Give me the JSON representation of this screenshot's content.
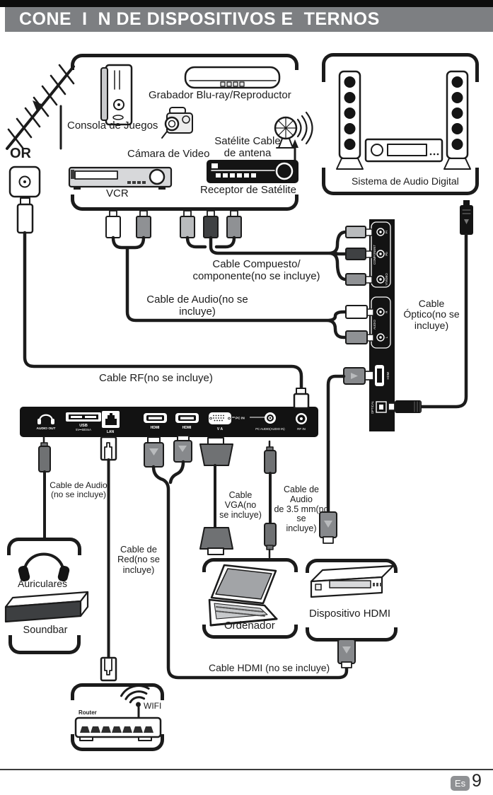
{
  "header": {
    "title": "CONE  I  N DE DISPOSITIVOS E  TERNOS"
  },
  "misc": {
    "or": "OR"
  },
  "device_labels": {
    "game_console": "Consola de Juegos",
    "bluray": "Grabador Blu-ray/Reproductor",
    "camcorder": "Cámara de Video",
    "satellite_antenna_l1": "Satélite Cable",
    "satellite_antenna_l2": "de antena",
    "vcr": "VCR",
    "satellite_receiver": "Receptor de Satélite",
    "audio_system": "Sistema de Audio Digital",
    "headphones": "Auriculares",
    "soundbar": "Soundbar",
    "computer": "Ordenador",
    "hdmi_device": "Dispositivo HDMI",
    "router": "Router",
    "wifi": "WIFI"
  },
  "cable_labels": {
    "composite_l1": "Cable Compuesto/",
    "composite_l2": "componente(no se incluye)",
    "audio_l1": "Cable de Audio(no se",
    "audio_l2": "incluye)",
    "optical_l1": "Cable",
    "optical_l2": "Óptico(no se",
    "optical_l3": "incluye)",
    "rf": "Cable RF(no se incluye)",
    "audio_out_l1": "Cable de Audio",
    "audio_out_l2": "(no se incluye)",
    "network_l1": "Cable de",
    "network_l2": "Red(no se",
    "network_l3": "incluye)",
    "vga_l1": "Cable VGA(no",
    "vga_l2": "se incluye)",
    "audio35_l1": "Cable de Audio",
    "audio35_l2": "de 3.5 mm(no se",
    "audio35_l3": "incluye)",
    "hdmi": "Cable HDMI (no se incluye)"
  },
  "side_panel": {
    "component": "COMPONENT",
    "jack_pr": "Pr",
    "jack_pb": "Pb",
    "jack_y": "Y/VIDEO",
    "audio": "AUDIO",
    "jack_r": "R",
    "jack_l": "L",
    "hdmi": "HDMI",
    "optical": "OPTICAL"
  },
  "bottom_panel": {
    "audio_out": "AUDIO OUT",
    "usb": "USB",
    "usb_sub": "5V⎓500mA",
    "lan": "LAN",
    "hdmi1": "HDMI",
    "hdmi2": "HDMI",
    "vga": "V A",
    "pc_in": "PC IN",
    "pc_audio": "PC AUDIO(AUDIO IN)",
    "rf_in": "RF IN"
  },
  "footer": {
    "lang": "Es",
    "page": "9"
  }
}
